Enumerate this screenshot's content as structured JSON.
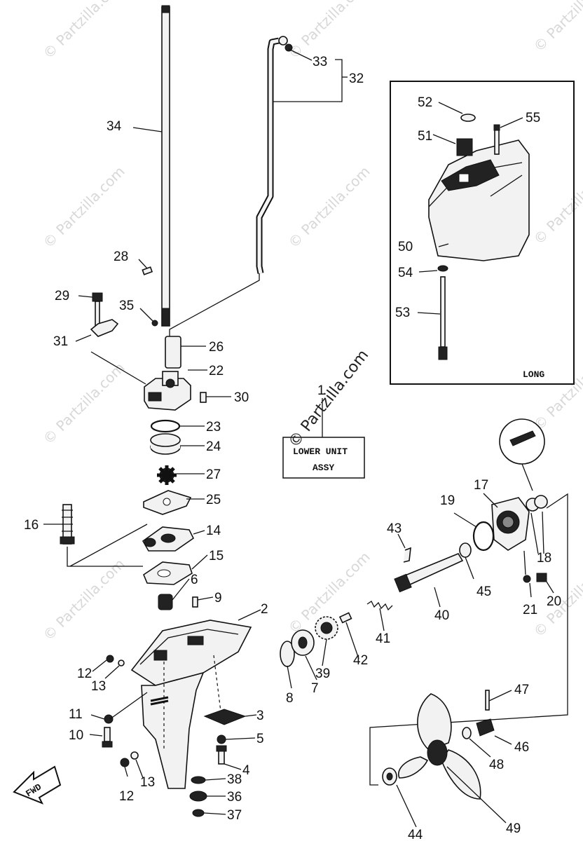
{
  "watermark": "© Partzilla.com",
  "inset_label": "LONG",
  "assembly": {
    "number": "1",
    "line1": "LOWER UNIT",
    "line2": "ASSY"
  },
  "fwd_label": "FWD",
  "part_numbers": {
    "p2": "2",
    "p3": "3",
    "p4": "4",
    "p5": "5",
    "p6": "6",
    "p7": "7",
    "p8": "8",
    "p9": "9",
    "p10": "10",
    "p11": "11",
    "p12a": "12",
    "p12b": "12",
    "p13a": "13",
    "p13b": "13",
    "p14": "14",
    "p15": "15",
    "p16": "16",
    "p17": "17",
    "p18": "18",
    "p19": "19",
    "p20": "20",
    "p21": "21",
    "p22": "22",
    "p23": "23",
    "p24": "24",
    "p25": "25",
    "p26": "26",
    "p27": "27",
    "p28": "28",
    "p29": "29",
    "p30": "30",
    "p31": "31",
    "p32": "32",
    "p33": "33",
    "p34": "34",
    "p35": "35",
    "p36": "36",
    "p37": "37",
    "p38": "38",
    "p39": "39",
    "p40": "40",
    "p41": "41",
    "p42": "42",
    "p43": "43",
    "p44": "44",
    "p45": "45",
    "p46": "46",
    "p47": "47",
    "p48": "48",
    "p49": "49",
    "p50": "50",
    "p51": "51",
    "p52": "52",
    "p53": "53",
    "p54": "54",
    "p55": "55"
  }
}
